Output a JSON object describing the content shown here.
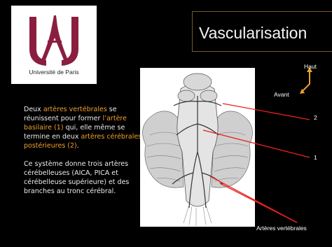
{
  "slide": {
    "title": "Vascularisation",
    "logo": {
      "caption": "Université de Paris"
    },
    "body": {
      "p1": [
        {
          "text": "Deux ",
          "highlight": false
        },
        {
          "text": "artères vertébrales",
          "highlight": true
        },
        {
          "text": " se réunissent pour former ",
          "highlight": false
        },
        {
          "text": "l’artère basilaire (1)",
          "highlight": true
        },
        {
          "text": " qui, elle même se termine en  deux ",
          "highlight": false
        },
        {
          "text": "artères cérébrales postérieures (2)",
          "highlight": true
        },
        {
          "text": ".",
          "highlight": false
        }
      ],
      "p2": "Ce système donne trois artères cérébelleuses (AICA, PICA et cérébelleuse supérieure) et des branches au tronc cérébral."
    },
    "figure": {
      "labels": {
        "haut": "Haut",
        "avant": "Avant",
        "n2": "2",
        "n1": "1",
        "arteres": "Artères vertébrales"
      }
    },
    "colors": {
      "background": "#000000",
      "highlight": "#f0a02c",
      "logo": "#8b1e3f",
      "pointer": "#e8211d",
      "frame": "#7a5a1a"
    }
  }
}
